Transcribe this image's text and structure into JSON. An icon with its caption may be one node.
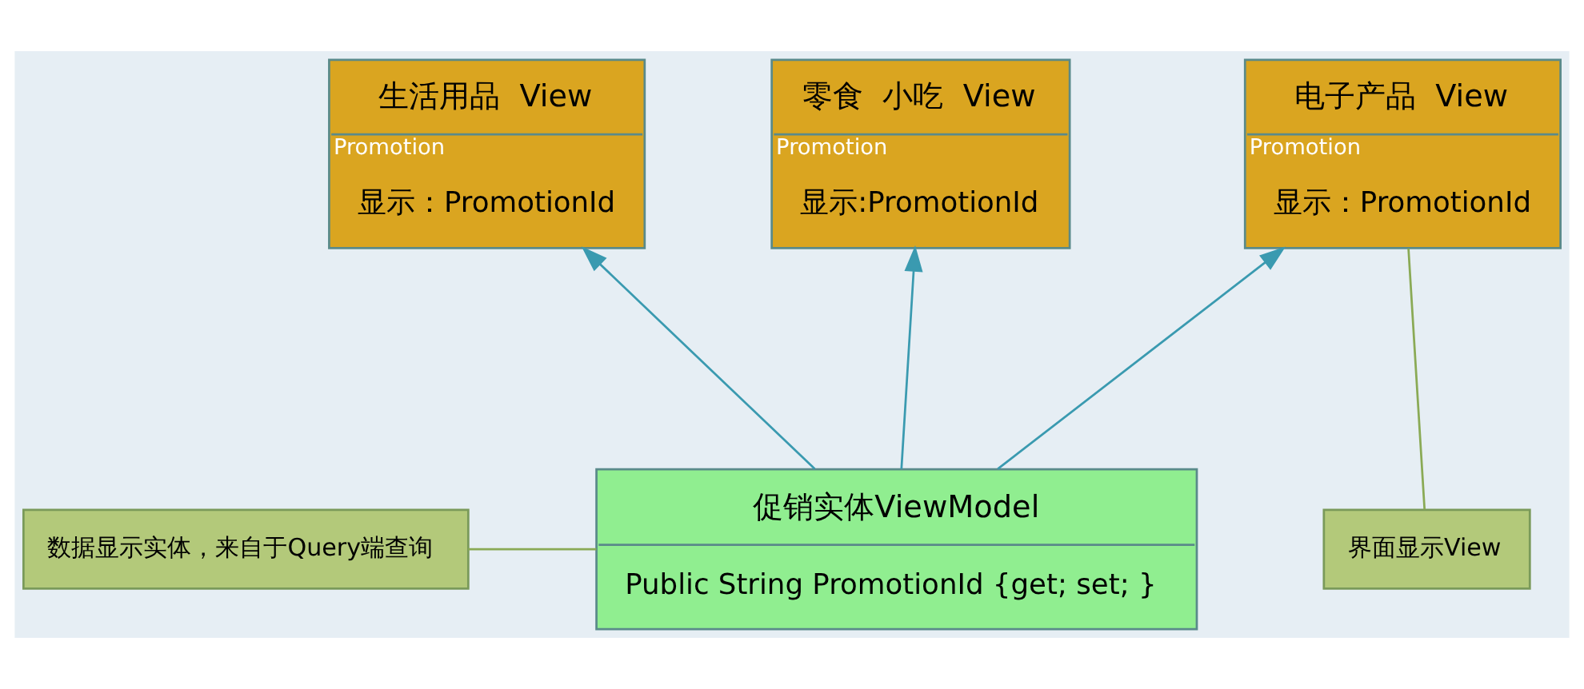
{
  "diagram": {
    "nodes": [
      {
        "text": [
          "电子产品  View",
          "Promotion",
          "显示：PromotionId"
        ]
      },
      {
        "text": [
          "生活用品  View",
          "Promotion",
          "显示：PromotionId"
        ]
      },
      {
        "text": [
          "零食  小吃  View",
          "Promotion",
          "显示:PromotionId"
        ]
      },
      {
        "text": [
          "促销实体ViewModel",
          "Public String PromotionId {get; set; }"
        ]
      },
      {
        "text": [
          "界面显示View"
        ]
      },
      {
        "text": [
          "数据显示实体，来自于Query端查询"
        ]
      }
    ],
    "edges": [
      {
        "from": 3,
        "to": 0,
        "arrow": "to"
      },
      {
        "from": 3,
        "to": 1,
        "arrow": "to"
      },
      {
        "from": 3,
        "to": 2,
        "arrow": "to"
      },
      {
        "from": 4,
        "to": 0,
        "arrow": "none",
        "color": "#8aaa55"
      },
      {
        "from": 5,
        "to": 3,
        "arrow": "none",
        "color": "#8aaa55"
      }
    ]
  }
}
